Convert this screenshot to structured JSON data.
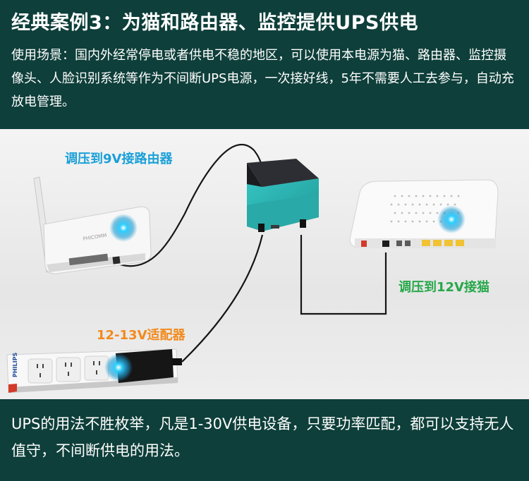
{
  "header": {
    "title": "经典案例3：为猫和路由器、监控提供UPS供电",
    "description": "使用场景：国内外经常停电或者供电不稳的地区，可以使用本电源为猫、路由器、监控摄像头、人脸识别系统等作为不间断UPS电源，一次接好线，5年不需要人工去参与，自动充放电管理。"
  },
  "diagram": {
    "labels": {
      "router": "调压到9V接路由器",
      "modem": "调压到12V接猫",
      "adapter": "12-13V适配器"
    },
    "router_brand": "PHICOMM",
    "powerstrip_brand": "PHILIPS",
    "colors": {
      "router_label": "#1aa0d8",
      "modem_label": "#27a84a",
      "adapter_label": "#f28a1c",
      "ups_top": "#24262b",
      "ups_accent": "#2bb3b1",
      "background": "#0e3f3a"
    }
  },
  "footer": {
    "text": "UPS的用法不胜枚举，凡是1-30V供电设备，只要功率匹配，都可以支持无人值守，不间断供电的用法。"
  }
}
